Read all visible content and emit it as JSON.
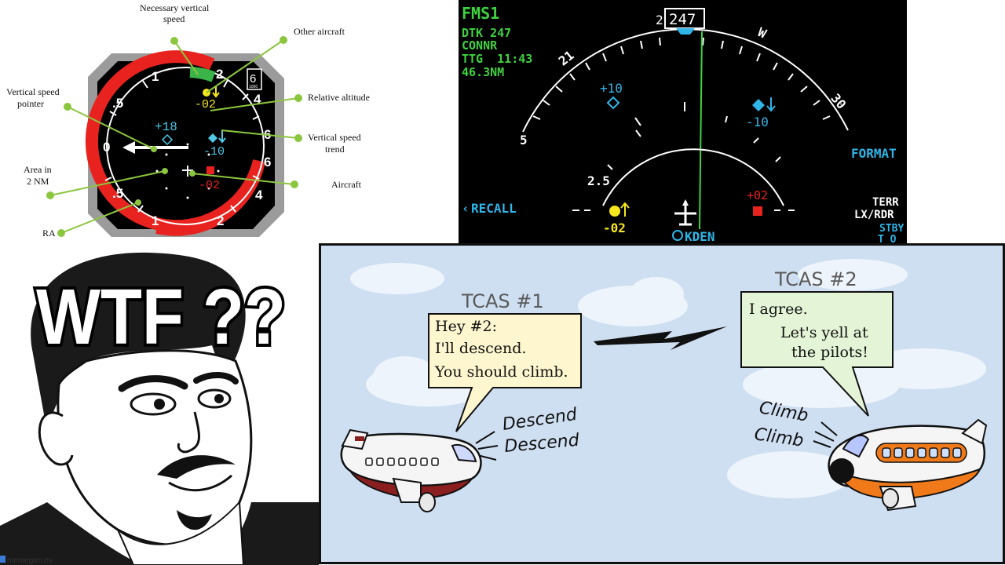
{
  "vsi": {
    "callouts": {
      "necessary_vs": [
        "Necessary vertical",
        "speed"
      ],
      "other_aircraft": [
        "Other aircraft"
      ],
      "vs_pointer": [
        "Vertical speed",
        "pointer"
      ],
      "relative_altitude": [
        "Relative altitude"
      ],
      "vs_trend": [
        "Vertical speed",
        "trend"
      ],
      "area_2nm": [
        "Area in",
        "2 NM"
      ],
      "aircraft": [
        "Aircraft"
      ],
      "ra": [
        "RA"
      ]
    },
    "dial": {
      "ticks_top": [
        "1",
        "2",
        "4"
      ],
      "ticks_left": [
        ".5",
        "0",
        ".5"
      ],
      "ticks_bottom": [
        "1",
        "2",
        "4"
      ],
      "ticks_right": [
        "6",
        "6"
      ],
      "badge": "6",
      "badge_small": "1000",
      "target_plus": "+18",
      "target_minus": "-10",
      "yellow_rel": "-02",
      "red_rel": "-02"
    }
  },
  "nd": {
    "fms": "FMS1",
    "dtk": "DTK 247",
    "wpt": "CONNR",
    "ttg": "TTG  11:43",
    "dist": "46.3NM",
    "heading": "247",
    "heading_prefix": "2",
    "compass": [
      "21",
      "W",
      "30"
    ],
    "ring_outer": "5",
    "ring_inner": "2.5",
    "traffic_cyan_left": "+10",
    "traffic_cyan_right": "-10",
    "traffic_yellow": "-02",
    "traffic_red": "+02",
    "format": "FORMAT",
    "recall": "RECALL",
    "airport": "KDEN",
    "terr": "TERR",
    "lxrdr": "LX/RDR",
    "stby": "STBY",
    "t0": "T O"
  },
  "meme": {
    "caption": "WTF ??",
    "watermark": "memegen.es"
  },
  "comic": {
    "tcas1_title": "TCAS #1",
    "tcas2_title": "TCAS #2",
    "bubble1": [
      "Hey #2:",
      "I'll descend.",
      "You should climb."
    ],
    "bubble2": [
      "I agree.",
      "Let's yell at",
      "the pilots!"
    ],
    "descend": [
      "Descend",
      "Descend"
    ],
    "climb": [
      "Climb",
      "Climb"
    ]
  },
  "colors": {
    "callout_green": "#8cc63f",
    "ra_red": "#e8231f",
    "nd_cyan": "#2fb5e8",
    "nd_green": "#3fd23f",
    "nd_yellow": "#f5e61e",
    "comic_sky": "#cfdff2",
    "bubble_fill": "#fdf6cf",
    "bubble2_fill": "#e4f4d6"
  }
}
